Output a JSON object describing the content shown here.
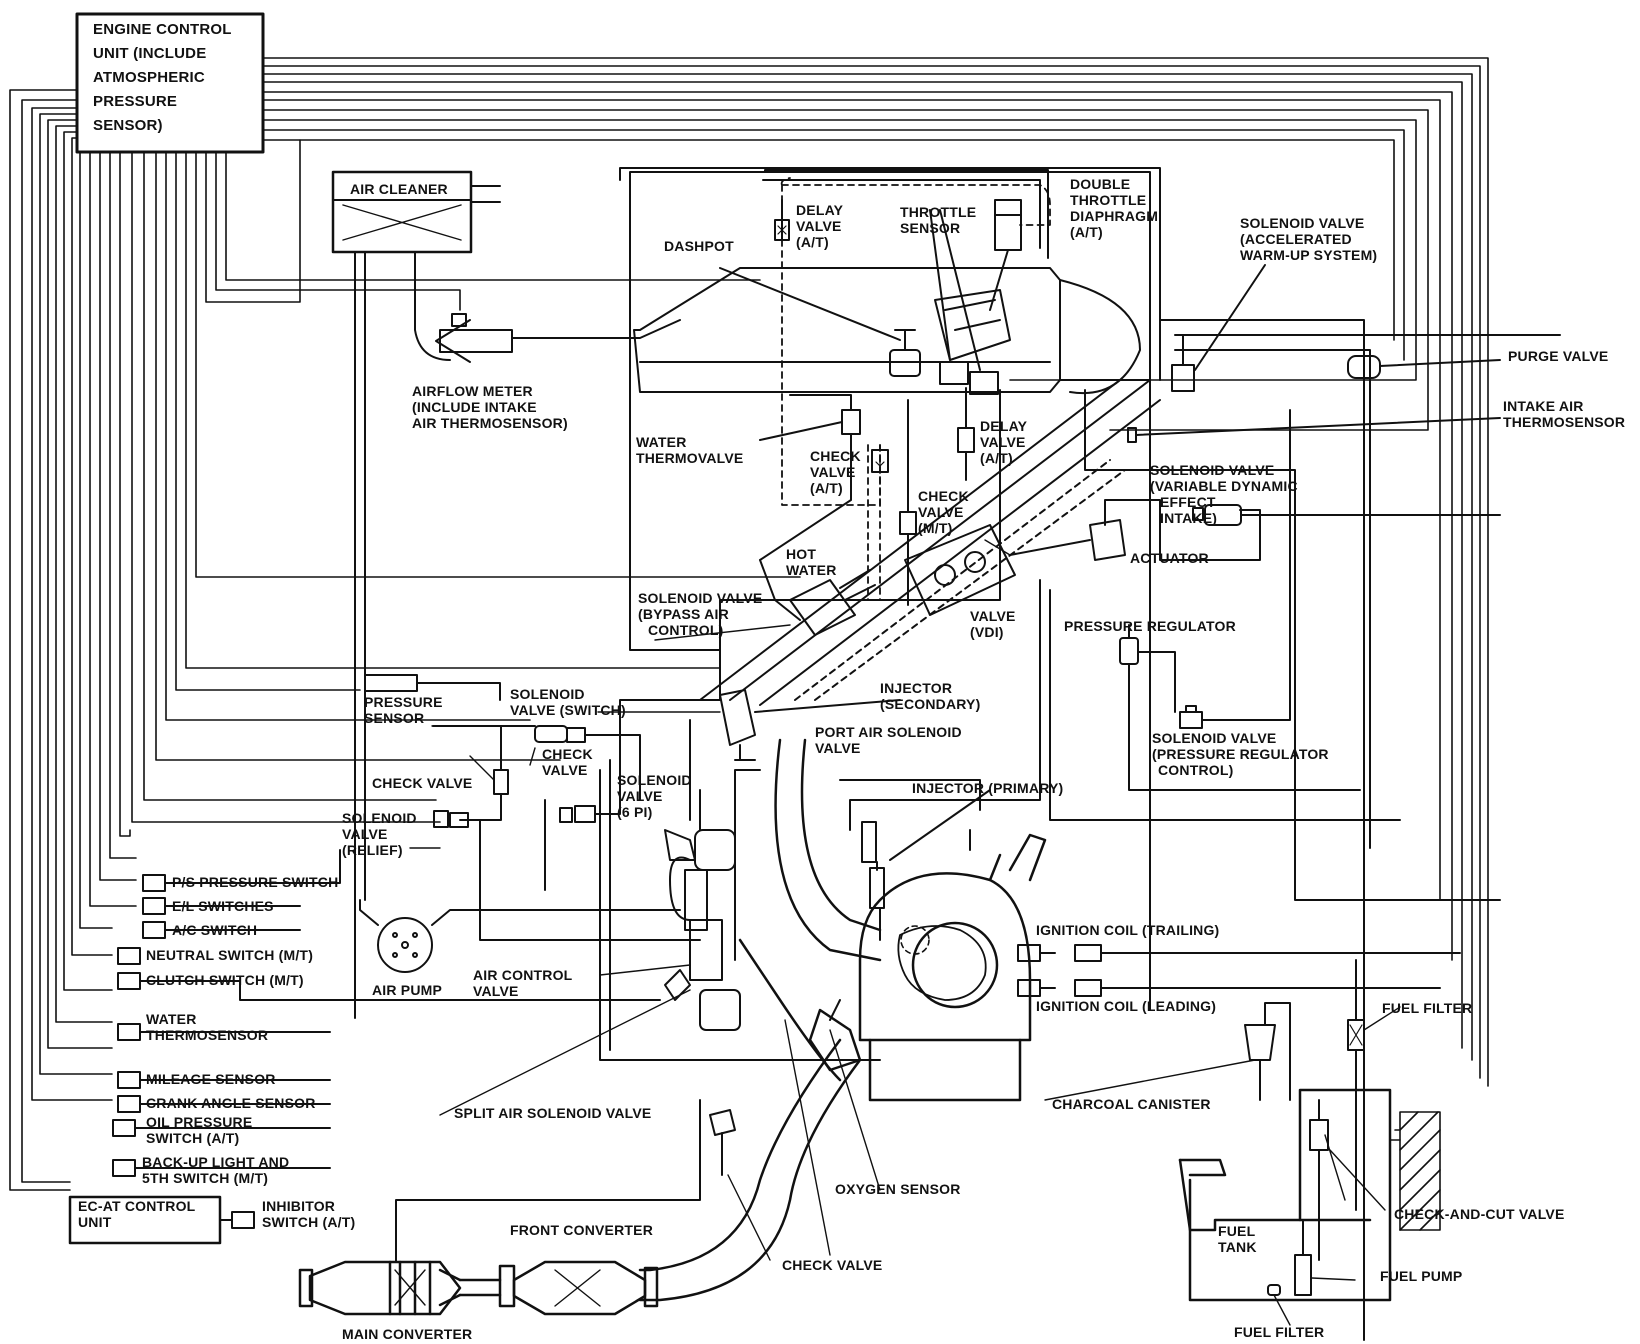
{
  "colors": {
    "ink": "#111111",
    "paper": "#ffffff"
  },
  "labels": {
    "ecu": [
      "ENGINE CONTROL",
      "UNIT (INCLUDE",
      "ATMOSPHERIC",
      "PRESSURE",
      "SENSOR)"
    ],
    "air_cleaner": [
      "AIR CLEANER"
    ],
    "airflow_meter": [
      "AIRFLOW METER",
      "(INCLUDE INTAKE",
      "AIR THERMOSENSOR)"
    ],
    "dashpot": [
      "DASHPOT"
    ],
    "delay_valve_top": [
      "DELAY",
      "VALVE",
      "(A/T)"
    ],
    "throttle_sensor": [
      "THROTTLE",
      "SENSOR"
    ],
    "double_throttle": [
      "DOUBLE",
      "THROTTLE",
      "DIAPHRAGM",
      "(A/T)"
    ],
    "solenoid_warmup": [
      "SOLENOID VALVE",
      "(ACCELERATED",
      "WARM-UP SYSTEM)"
    ],
    "purge_valve": [
      "PURGE VALVE"
    ],
    "intake_air_thermo": [
      "INTAKE AIR",
      "THERMOSENSOR"
    ],
    "water_thermovalve": [
      "WATER",
      "THERMOVALVE"
    ],
    "check_valve_at": [
      "CHECK",
      "VALVE",
      "(A/T)"
    ],
    "delay_valve_mid": [
      "DELAY",
      "VALVE",
      "(A/T)"
    ],
    "solenoid_vdi": [
      "SOLENOID VALVE",
      "(VARIABLE DYNAMIC",
      "EFFECT",
      "INTAKE)"
    ],
    "check_valve_mt": [
      "CHECK",
      "VALVE",
      "(M/T)"
    ],
    "actuator": [
      "ACTUATOR"
    ],
    "hot_water": [
      "HOT",
      "WATER"
    ],
    "solenoid_bypass": [
      "SOLENOID VALVE",
      "(BYPASS AIR",
      "CONTROL)"
    ],
    "valve_vdi": [
      "VALVE",
      "(VDI)"
    ],
    "pressure_regulator": [
      "PRESSURE REGULATOR"
    ],
    "pressure_sensor": [
      "PRESSURE",
      "SENSOR"
    ],
    "solenoid_switch": [
      "SOLENOID",
      "VALVE (SWITCH)"
    ],
    "injector_secondary": [
      "INJECTOR",
      "(SECONDARY)"
    ],
    "port_air_solenoid": [
      "PORT AIR SOLENOID",
      "VALVE"
    ],
    "check_valve_small": [
      "CHECK",
      "VALVE"
    ],
    "solenoid_pressure_reg": [
      "SOLENOID VALVE",
      "(PRESSURE REGULATOR",
      "CONTROL)"
    ],
    "check_valve_left": [
      "CHECK VALVE"
    ],
    "solenoid_6pi": [
      "SOLENOID",
      "VALVE",
      "(6 PI)"
    ],
    "injector_primary": [
      "INJECTOR (PRIMARY)"
    ],
    "solenoid_relief": [
      "SOLENOID",
      "VALVE",
      "(RELIEF)"
    ],
    "ps_pressure_switch": [
      "P/S PRESSURE SWITCH"
    ],
    "el_switches": [
      "E/L SWITCHES"
    ],
    "ac_switch": [
      "A/C SWITCH"
    ],
    "neutral_switch": [
      "NEUTRAL SWITCH (M/T)"
    ],
    "clutch_switch": [
      "CLUTCH SWITCH (M/T)"
    ],
    "air_pump": [
      "AIR PUMP"
    ],
    "air_control_valve": [
      "AIR CONTROL",
      "VALVE"
    ],
    "ignition_trailing": [
      "IGNITION COIL (TRAILING)"
    ],
    "ignition_leading": [
      "IGNITION COIL (LEADING)"
    ],
    "fuel_filter_right": [
      "FUEL FILTER"
    ],
    "water_thermosensor": [
      "WATER",
      "THERMOSENSOR"
    ],
    "mileage_sensor": [
      "MILEAGE SENSOR"
    ],
    "crank_angle_sensor": [
      "CRANK ANGLE SENSOR"
    ],
    "oil_pressure_switch": [
      "OIL PRESSURE",
      "SWITCH (A/T)"
    ],
    "backup_light": [
      "BACK-UP LIGHT AND",
      "5TH SWITCH (M/T)"
    ],
    "split_air_solenoid": [
      "SPLIT AIR SOLENOID VALVE"
    ],
    "charcoal_canister": [
      "CHARCOAL CANISTER"
    ],
    "oxygen_sensor": [
      "OXYGEN SENSOR"
    ],
    "ecat_unit": [
      "EC-AT CONTROL",
      "UNIT"
    ],
    "inhibitor_switch": [
      "INHIBITOR",
      "SWITCH (A/T)"
    ],
    "front_converter": [
      "FRONT CONVERTER"
    ],
    "check_valve_bottom": [
      "CHECK VALVE"
    ],
    "main_converter": [
      "MAIN CONVERTER"
    ],
    "check_and_cut_valve": [
      "CHECK-AND-CUT VALVE"
    ],
    "fuel_tank": [
      "FUEL",
      "TANK"
    ],
    "fuel_pump": [
      "FUEL PUMP"
    ],
    "fuel_filter_bottom": [
      "FUEL FILTER"
    ]
  }
}
